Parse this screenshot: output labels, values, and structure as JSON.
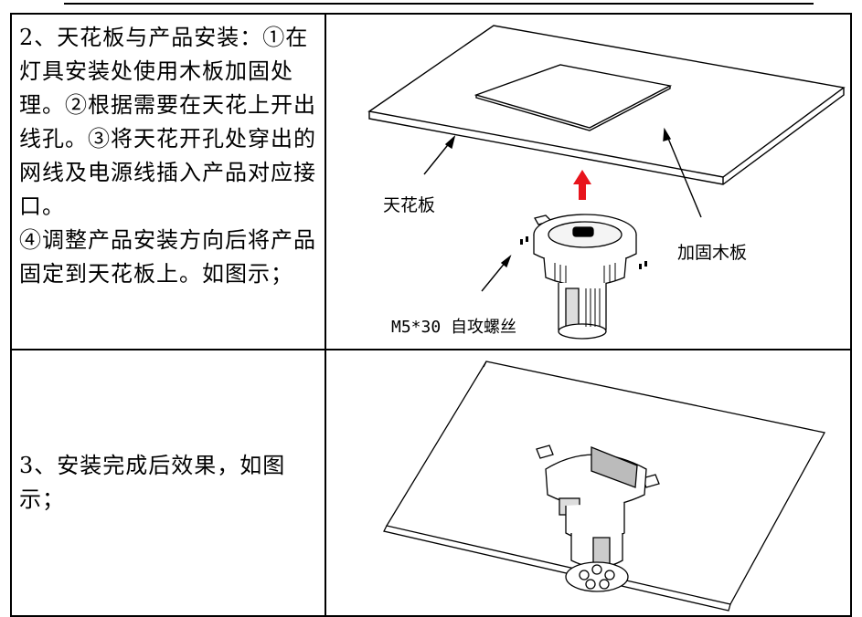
{
  "step2": {
    "text": "2、天花板与产品安装：①在灯具安装处使用木板加固处理。②根据需要在天花上开出线孔。③将天花开孔处穿出的网线及电源线插入产品对应接口。\n④调整产品安装方向后将产品固定到天花板上。如图示；",
    "label_ceiling": "天花板",
    "label_wood": "加固木板",
    "label_screw": "M5*30 自攻螺丝",
    "arrow_color": "#e8141c"
  },
  "step3": {
    "text": "3、安装完成后效果，如图示；"
  }
}
